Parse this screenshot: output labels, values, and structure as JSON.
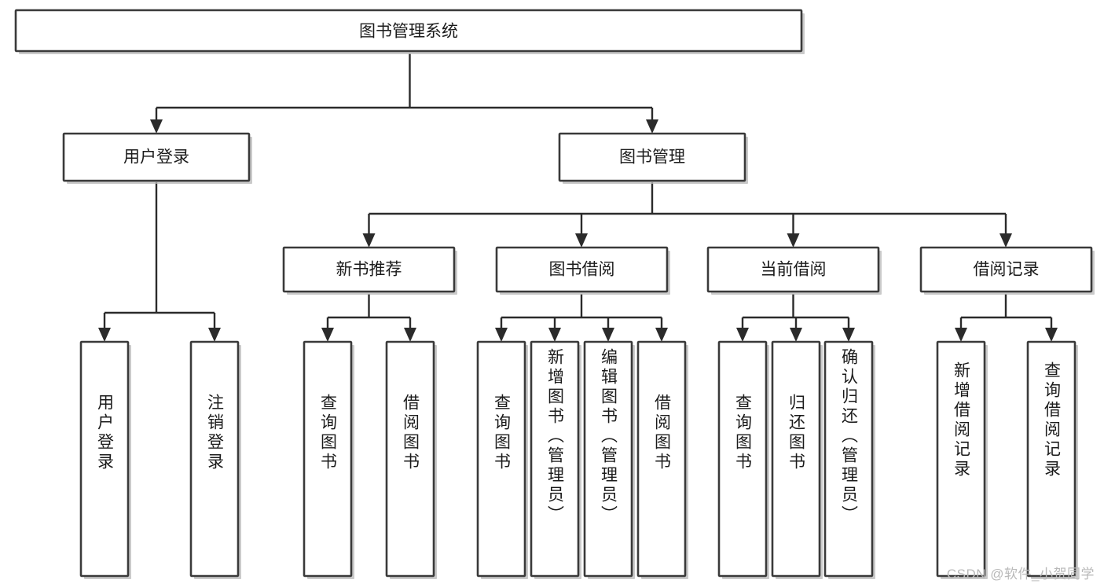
{
  "diagram": {
    "type": "tree-hierarchy",
    "title": "图书管理系统",
    "watermark": "CSDN @软件_小贺同学",
    "colors": {
      "background": "#ffffff",
      "box_fill": "#ffffff",
      "box_stroke": "#3a3a3a",
      "edge": "#2b2b2b",
      "text": "#1b1b1b",
      "watermark": "#b9b9b9"
    },
    "levels": [
      {
        "level": 1,
        "nodes": [
          {
            "id": "root",
            "label": "图书管理系统",
            "orientation": "horizontal"
          }
        ]
      },
      {
        "level": 2,
        "nodes": [
          {
            "id": "login",
            "label": "用户登录",
            "orientation": "horizontal",
            "parent": "root"
          },
          {
            "id": "bookmgmt",
            "label": "图书管理",
            "orientation": "horizontal",
            "parent": "root"
          }
        ]
      },
      {
        "level": 3,
        "nodes": [
          {
            "id": "newbook",
            "label": "新书推荐",
            "orientation": "horizontal",
            "parent": "bookmgmt"
          },
          {
            "id": "borrow",
            "label": "图书借阅",
            "orientation": "horizontal",
            "parent": "bookmgmt"
          },
          {
            "id": "current",
            "label": "当前借阅",
            "orientation": "horizontal",
            "parent": "bookmgmt"
          },
          {
            "id": "records",
            "label": "借阅记录",
            "orientation": "horizontal",
            "parent": "bookmgmt"
          }
        ]
      },
      {
        "level": 4,
        "nodes": [
          {
            "id": "leaf1",
            "label": "用户登录",
            "orientation": "vertical",
            "parent": "login"
          },
          {
            "id": "leaf2",
            "label": "注销登录",
            "orientation": "vertical",
            "parent": "login"
          },
          {
            "id": "leaf3",
            "label": "查询图书",
            "orientation": "vertical",
            "parent": "newbook"
          },
          {
            "id": "leaf4",
            "label": "借阅图书",
            "orientation": "vertical",
            "parent": "newbook"
          },
          {
            "id": "leaf5",
            "label": "查询图书",
            "orientation": "vertical",
            "parent": "borrow"
          },
          {
            "id": "leaf6",
            "label": "新增图书（管理员）",
            "orientation": "vertical",
            "parent": "borrow"
          },
          {
            "id": "leaf7",
            "label": "编辑图书（管理员）",
            "orientation": "vertical",
            "parent": "borrow"
          },
          {
            "id": "leaf8",
            "label": "借阅图书",
            "orientation": "vertical",
            "parent": "borrow"
          },
          {
            "id": "leaf9",
            "label": "查询图书",
            "orientation": "vertical",
            "parent": "current"
          },
          {
            "id": "leaf10",
            "label": "归还图书",
            "orientation": "vertical",
            "parent": "current"
          },
          {
            "id": "leaf11",
            "label": "确认归还（管理员）",
            "orientation": "vertical",
            "parent": "current"
          },
          {
            "id": "leaf12",
            "label": "新增借阅记录",
            "orientation": "vertical",
            "parent": "records"
          },
          {
            "id": "leaf13",
            "label": "查询借阅记录",
            "orientation": "vertical",
            "parent": "records"
          }
        ]
      }
    ]
  }
}
